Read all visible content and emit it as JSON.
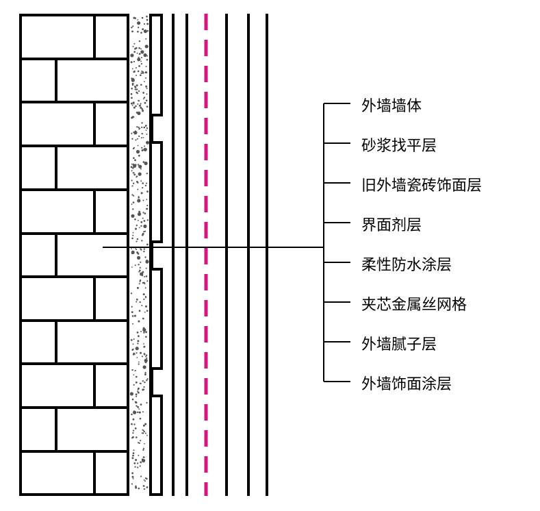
{
  "diagram": {
    "labels": [
      "外墙墙体",
      "砂浆找平层",
      "旧外墙瓷砖饰面层",
      "界面剂层",
      "柔性防水涂层",
      "夹芯金属丝网格",
      "外墙腻子层",
      "外墙饰面涂层"
    ],
    "colors": {
      "line": "#000000",
      "dashed_layer": "#d6167c",
      "mortar_dots": "#555555",
      "background": "#ffffff"
    }
  }
}
